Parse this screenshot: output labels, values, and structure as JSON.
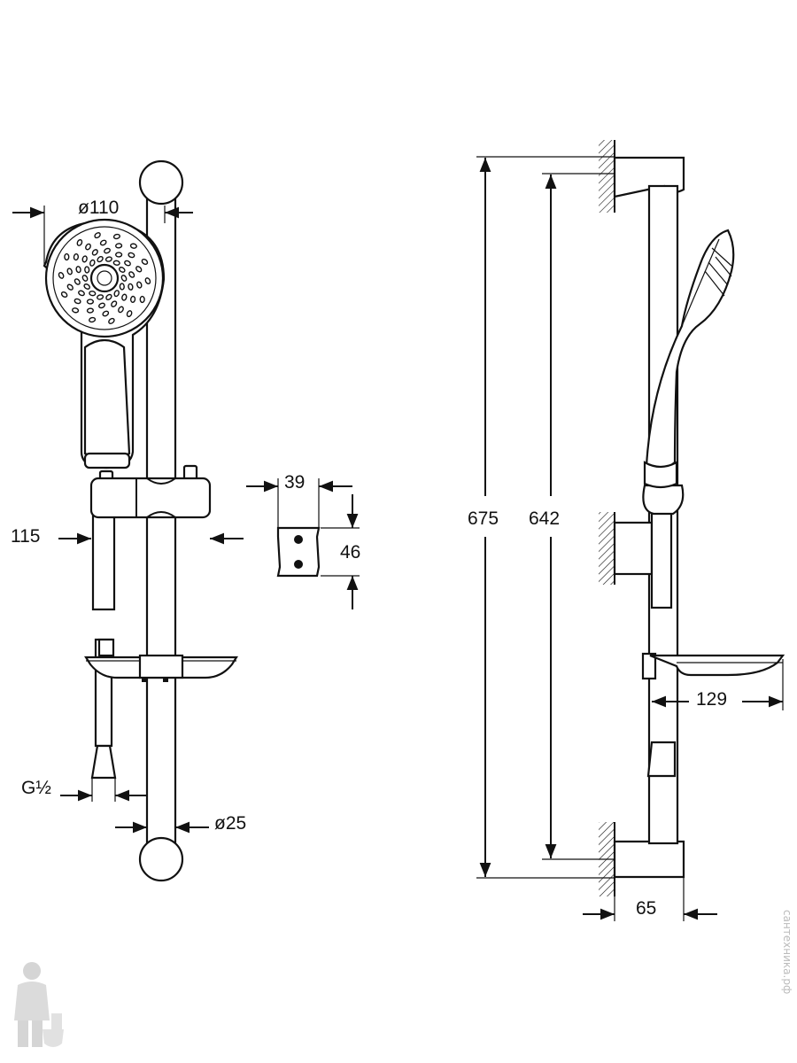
{
  "dimensions": {
    "head_diameter": "ø110",
    "rail_diameter": "ø25",
    "thread": "G½",
    "offset_115": "115",
    "bracket_width": "39",
    "bracket_height": "46",
    "total_height": "675",
    "rail_length": "642",
    "soap_dish_depth": "129",
    "wall_offset": "65"
  },
  "watermark": "сантехника.рф",
  "colors": {
    "line": "#111111",
    "background": "#ffffff"
  }
}
